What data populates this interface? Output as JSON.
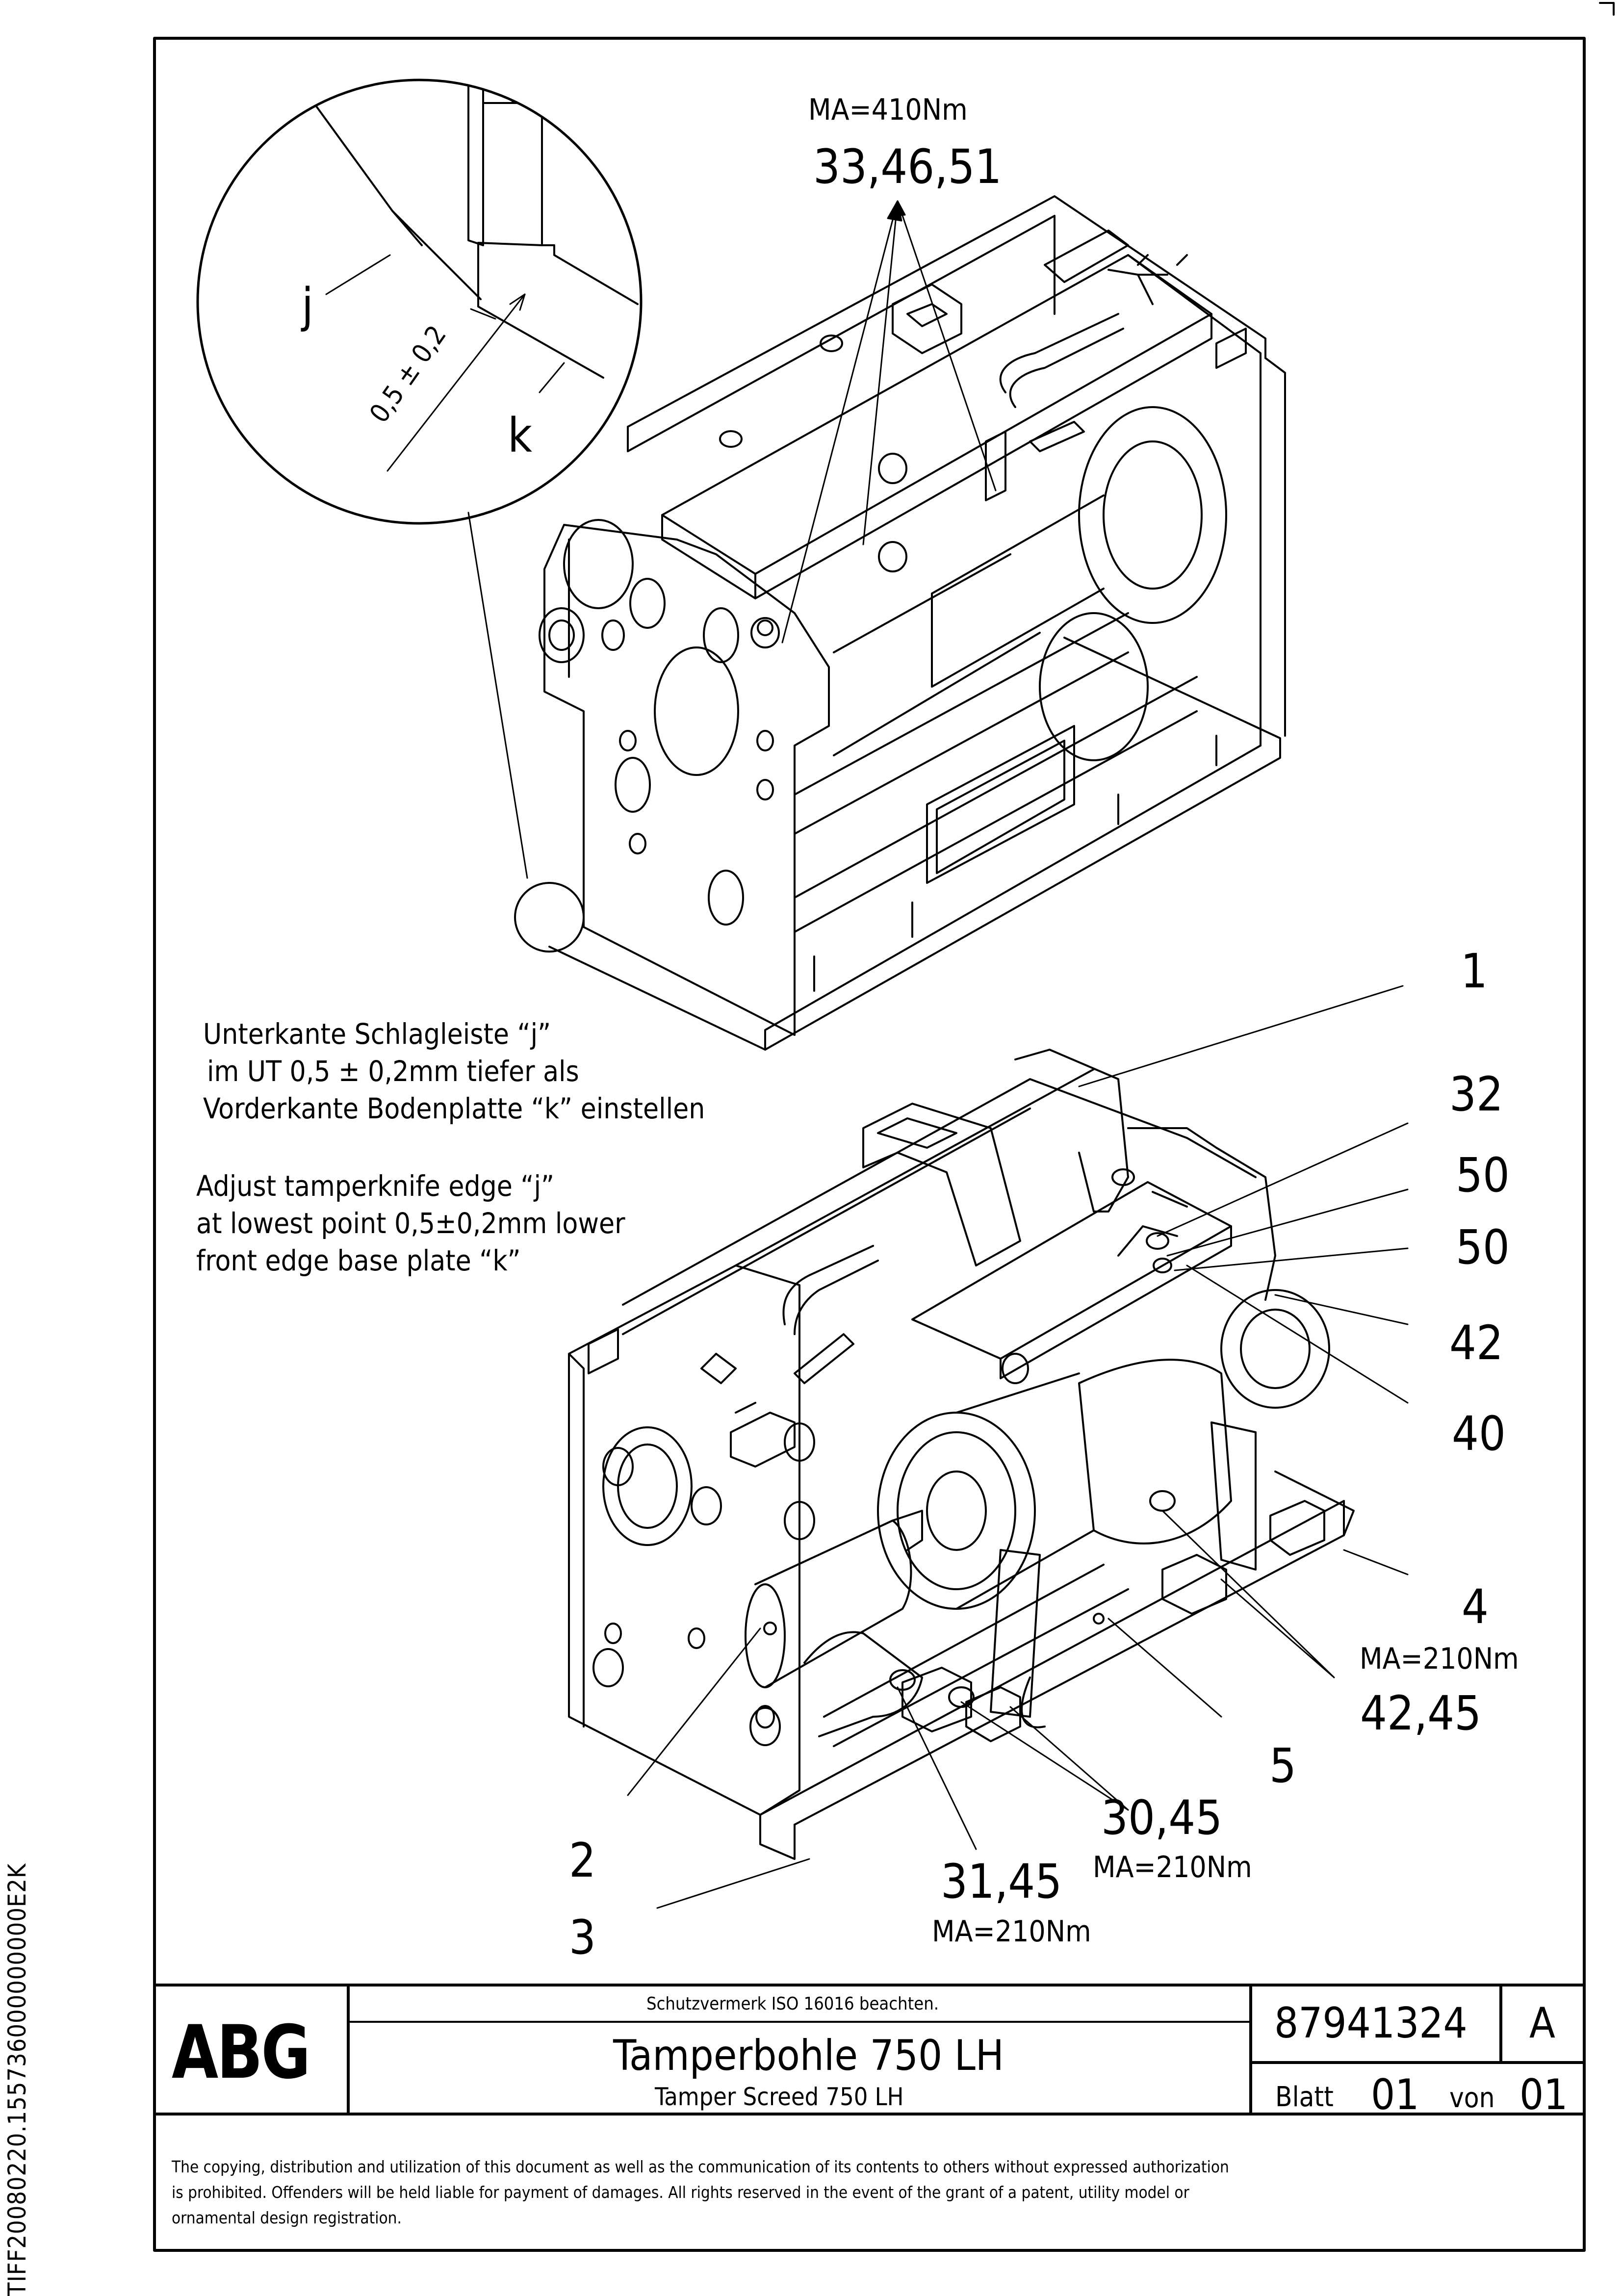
{
  "callouts": {
    "ma_410": "MA=410Nm",
    "c_33_46_51": "33,46,51",
    "detail_j": "j",
    "detail_k": "k",
    "detail_dim": "0,5 ± 0,2",
    "c_1": "1",
    "c_32": "32",
    "c_50a": "50",
    "c_50b": "50",
    "c_42": "42",
    "c_40": "40",
    "c_4": "4",
    "ma_210_a": "MA=210Nm",
    "c_42_45": "42,45",
    "c_5": "5",
    "c_30_45": "30,45",
    "ma_210_b": "MA=210Nm",
    "c_31_45": "31,45",
    "ma_210_c": "MA=210Nm",
    "c_2": "2",
    "c_3": "3"
  },
  "notes": {
    "de": [
      "Unterkante Schlagleiste “j”",
      "im UT 0,5 ± 0,2mm tiefer als",
      "Vorderkante Bodenplatte “k” einstellen"
    ],
    "en": [
      "Adjust tamperknife edge “j”",
      "at lowest point  0,5±0,2mm lower",
      "front edge base plate “k”"
    ]
  },
  "title_block": {
    "logo": "ABG",
    "protection": "Schutzvermerk ISO 16016 beachten.",
    "title_de": "Tamperbohle 750 LH",
    "title_en": "Tamper Screed 750 LH",
    "doc_number": "87941324",
    "revision": "A",
    "sheet_label": "Blatt",
    "sheet": "01",
    "of_label": "von",
    "sheets": "01",
    "copyright": [
      "The copying, distribution and utilization of this document as well as the communication of its contents to others without expressed authorization",
      "is prohibited. Offenders will be held liable for payment of damages. All rights reserved in the event of the grant of a patent, utility model or",
      "ornamental design registration."
    ]
  },
  "side_code": "TIFF20080220.155736000000000E2K"
}
